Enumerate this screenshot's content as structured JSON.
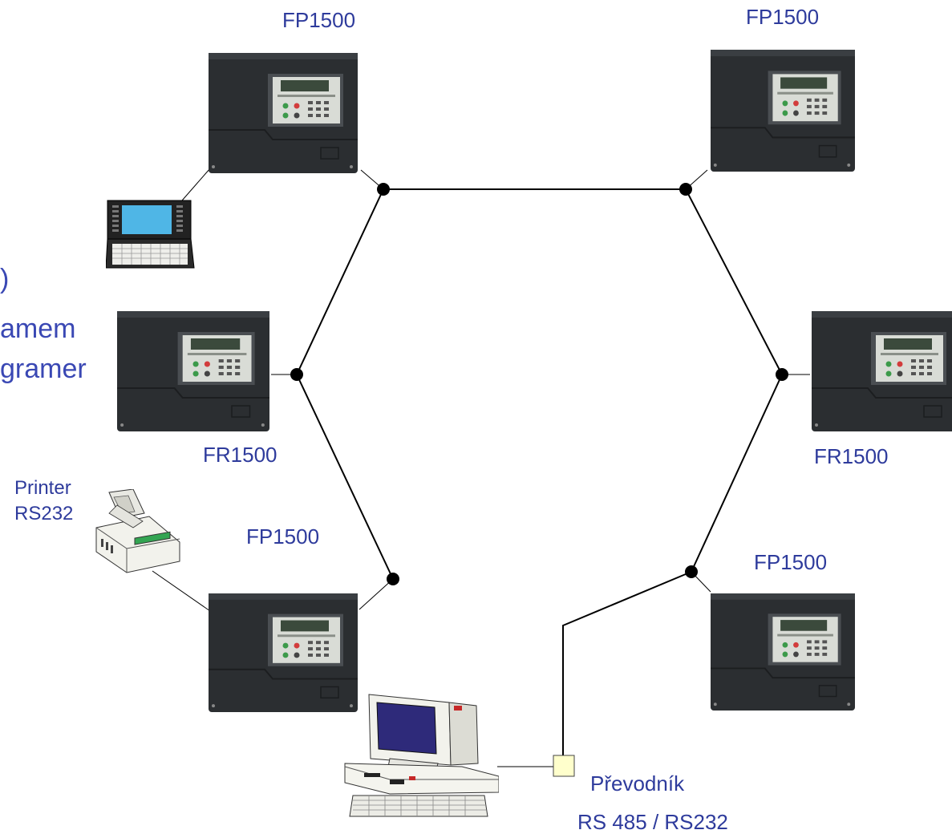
{
  "labels": {
    "top_left_panel": "FP1500",
    "top_right_panel": "FP1500",
    "mid_left_panel": "FR1500",
    "mid_right_panel": "FR1500",
    "bottom_left_panel": "FP1500",
    "bottom_right_panel": "FP1500",
    "printer_line1": "Printer",
    "printer_line2": "RS232",
    "converter_line1": "Převodník",
    "converter_line2": "RS 485 / RS232"
  },
  "cut_text": {
    "line1": ")",
    "line2": "amem",
    "line3": "gramer"
  },
  "colors": {
    "label": "#2e3b9c",
    "line": "#000000",
    "panel_body": "#2b2e31",
    "converter_box": "#ffffcc"
  }
}
